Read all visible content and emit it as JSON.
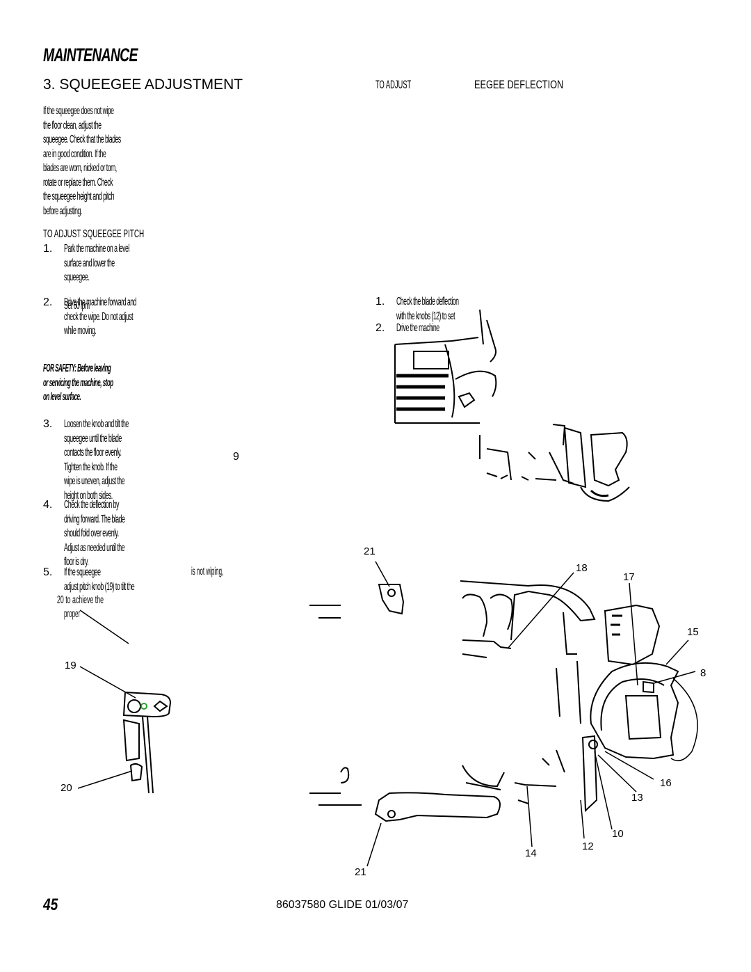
{
  "header": {
    "section": "MAINTENANCE"
  },
  "title": "3.  SQUEEGEE ADJUSTMENT",
  "right_heading": {
    "part1": "TO ADJUST",
    "part2": "EEGEE DEFLECTION"
  },
  "intro_lines": [
    "If the squeegee does not wipe",
    "the floor clean, adjust the",
    "squeegee. Check that the blades",
    "are in good condition. If the",
    "blades are worn, nicked or torn,",
    "rotate or replace them. Check",
    "the squeegee height and pitch",
    "before adjusting."
  ],
  "subheading": "TO ADJUST SQUEEGEE PITCH",
  "left_steps": [
    {
      "num": "1.",
      "lines": [
        "Park the machine on a level",
        "surface and lower the",
        "squeegee.",
        "",
        "Set 60 lpm"
      ]
    },
    {
      "num": "2.",
      "lines": [
        "Drive the machine forward and",
        "check the wipe. Do not adjust",
        "while moving."
      ]
    }
  ],
  "warning_lines": [
    "FOR SAFETY: Before leaving",
    "or servicing the machine, stop",
    "on level surface."
  ],
  "left_steps_b": [
    {
      "num": "3.",
      "lines": [
        "Loosen the knob and tilt the",
        "squeegee until the blade",
        "contacts the floor evenly.",
        "Tighten the knob. If the",
        "wipe is uneven, adjust the",
        "height on both sides."
      ]
    },
    {
      "num": "4.",
      "lines": [
        "Check the deflection by",
        "driving forward. The blade",
        "should fold over evenly.",
        "Adjust as needed until the",
        "floor is dry."
      ]
    }
  ],
  "step5": {
    "num": "5.",
    "line1": "If the squeegee",
    "line1_tail": "is not wiping,",
    "line2": "adjust pitch knob (19) to tilt the",
    "line3": "20 to achieve the",
    "line4": "proper"
  },
  "label_9": "9",
  "right_steps": [
    {
      "num": "1.",
      "lines": [
        "Check the blade deflection",
        "with the knobs (12) to set"
      ]
    },
    {
      "num": "2.",
      "lines": [
        "Drive the machine"
      ]
    }
  ],
  "callouts": {
    "c19": "19",
    "c20": "20",
    "c21a": "21",
    "c21b": "21",
    "c18": "18",
    "c17": "17",
    "c15": "15",
    "c8": "8",
    "c16": "16",
    "c13": "13",
    "c10": "10",
    "c12": "12",
    "c14": "14"
  },
  "footer": {
    "page": "45",
    "doc": "86037580  GLIDE  01/03/07"
  }
}
